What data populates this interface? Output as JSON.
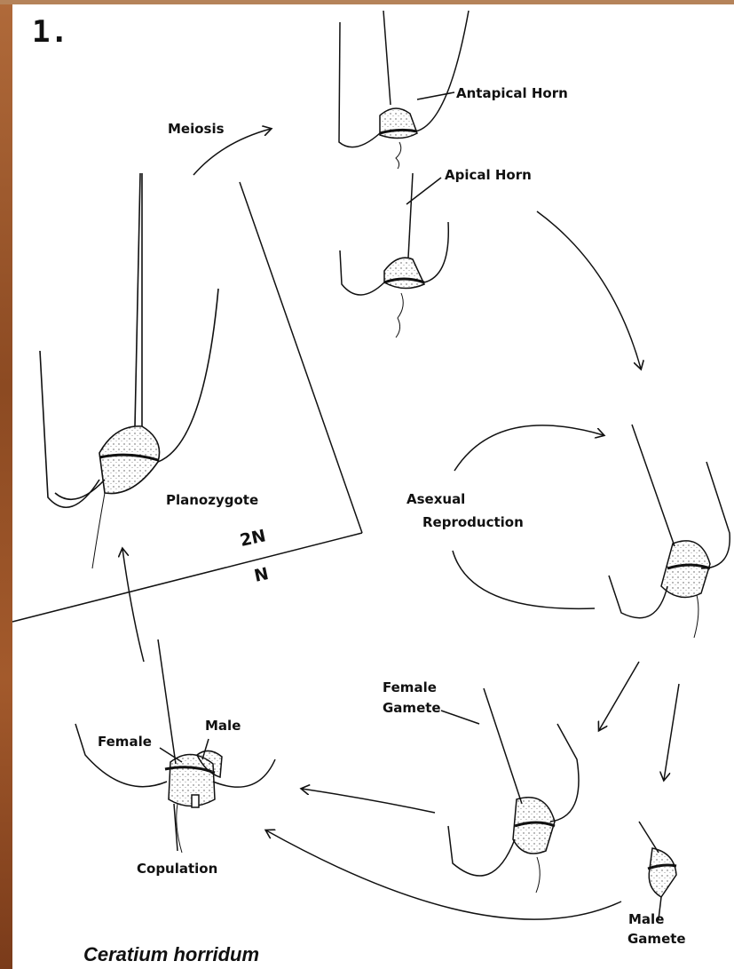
{
  "figure_number": "1.",
  "title": "Ceratium horridum",
  "labels": {
    "antapical_horn": "Antapical Horn",
    "apical_horn": "Apical Horn",
    "meiosis": "Meiosis",
    "planozygote": "Planozygote",
    "ploidy_2n": "2N",
    "ploidy_n": "N",
    "asexual_line1": "Asexual",
    "asexual_line2": "Reproduction",
    "female_gamete_line1": "Female",
    "female_gamete_line2": "Gamete",
    "female": "Female",
    "male": "Male",
    "copulation": "Copulation",
    "male_gamete_line1": "Male",
    "male_gamete_line2": "Gamete"
  }
}
